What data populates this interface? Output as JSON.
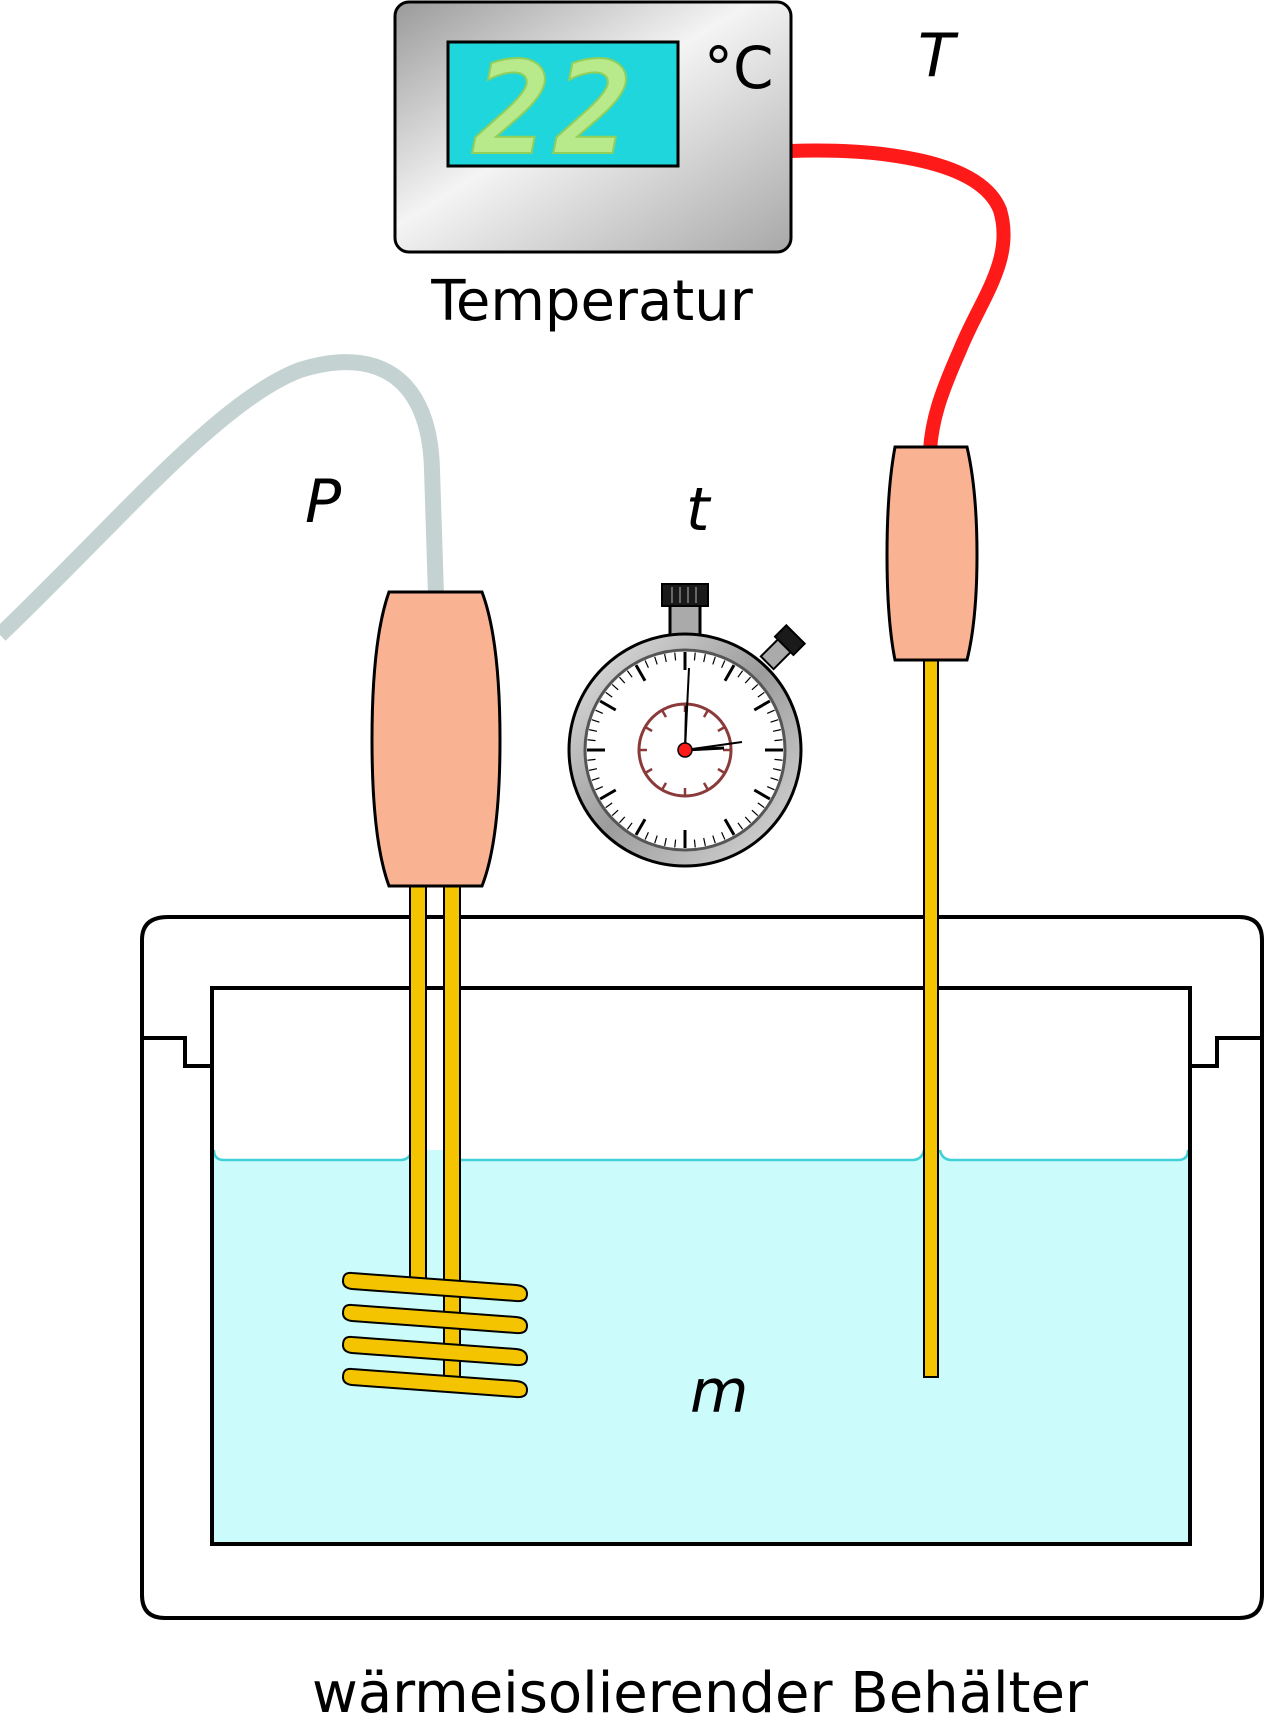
{
  "thermometer_display": {
    "reading": "22",
    "unit": "°C",
    "caption": "Temperatur"
  },
  "symbols": {
    "temperature": "T",
    "power": "P",
    "time": "t",
    "mass": "m"
  },
  "container": {
    "caption": "wärmeisolierender Behälter"
  },
  "colors": {
    "water": "#ccfbfb",
    "water_line": "#3fd0d8",
    "handle": "#f9b292",
    "rod": "#f5c400",
    "sensor_cable": "#ff1a1a",
    "heater_cable": "#c5d2d2",
    "lcd_background": "#1fd6dc",
    "lcd_digits": "#b8e98a"
  }
}
